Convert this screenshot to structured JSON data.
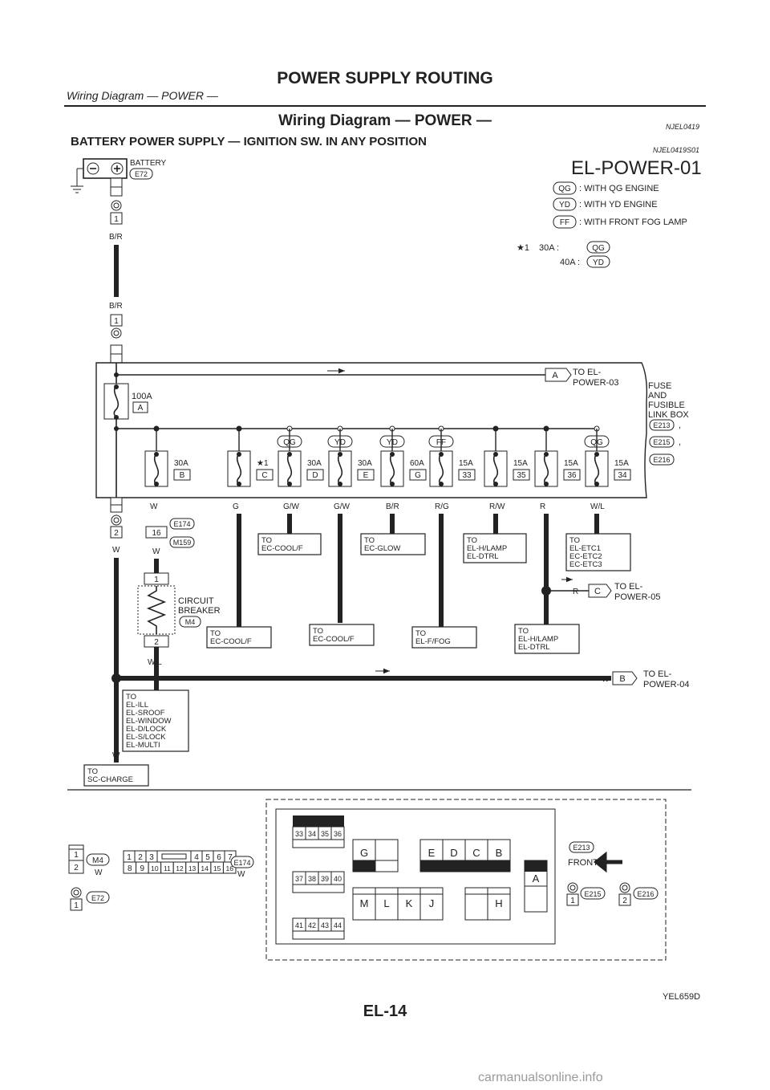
{
  "header": {
    "title": "POWER SUPPLY ROUTING",
    "subtitle": "Wiring Diagram — POWER —"
  },
  "section": {
    "title": "Wiring Diagram — POWER —",
    "code": "NJEL0419",
    "subtitle": "BATTERY POWER SUPPLY — IGNITION SW. IN ANY POSITION",
    "subcode": "NJEL0419S01"
  },
  "diagram_id": "EL-POWER-01",
  "legend": [
    {
      "tag": "QG",
      "text": ": WITH QG ENGINE"
    },
    {
      "tag": "YD",
      "text": ": WITH YD ENGINE"
    },
    {
      "tag": "FF",
      "text": ": WITH FRONT FOG LAMP"
    }
  ],
  "star_note": {
    "mark": "★1",
    "lines": [
      {
        "amp": "30A :",
        "tag": "QG"
      },
      {
        "amp": "40A :",
        "tag": "YD"
      }
    ]
  },
  "battery": {
    "label": "BATTERY",
    "connector": "E72",
    "pin": "1",
    "wire": "B/R"
  },
  "main_fuse": {
    "amp": "100A",
    "letter": "A"
  },
  "fuse_box": {
    "lines": [
      "FUSE",
      "AND",
      "FUSIBLE",
      "LINK BOX"
    ],
    "connectors": [
      "E213",
      "E215",
      "E216"
    ]
  },
  "outputs": {
    "A": {
      "letter": "A",
      "lines": [
        "TO EL-",
        "POWER-03"
      ]
    },
    "B": {
      "letter": "B",
      "wire": "W",
      "lines": [
        "TO EL-",
        "POWER-04"
      ]
    },
    "C": {
      "letter": "C",
      "wire": "R",
      "lines": [
        "TO EL-",
        "POWER-05"
      ]
    }
  },
  "fuses": [
    {
      "tag": "",
      "amp": "30A",
      "pos": "B",
      "wire": "W"
    },
    {
      "tag": "",
      "amp": "★1",
      "pos": "C",
      "wire": "G"
    },
    {
      "tag": "QG",
      "amp": "30A",
      "pos": "D",
      "wire": "G/W"
    },
    {
      "tag": "YD",
      "amp": "30A",
      "pos": "E",
      "wire": "G/W"
    },
    {
      "tag": "YD",
      "amp": "60A",
      "pos": "G",
      "wire": "B/R"
    },
    {
      "tag": "FF",
      "amp": "15A",
      "pos": "33",
      "wire": "R/G"
    },
    {
      "tag": "",
      "amp": "15A",
      "pos": "35",
      "wire": "R/W"
    },
    {
      "tag": "",
      "amp": "15A",
      "pos": "36",
      "wire": "R"
    },
    {
      "tag": "QG",
      "amp": "15A",
      "pos": "34",
      "wire": "W/L"
    }
  ],
  "left_branch": {
    "pin": "2",
    "wire": "W"
  },
  "circuit_breaker": {
    "label": [
      "CIRCUIT",
      "BREAKER"
    ],
    "connector": "M4",
    "pin_in": "1",
    "pin_out": "2",
    "wire_out": "W/L"
  },
  "e174": {
    "pin": "16",
    "connectors": [
      "E174",
      "M159"
    ]
  },
  "destinations": [
    {
      "lines": [
        "TO",
        "EC-COOL/F"
      ]
    },
    {
      "lines": [
        "TO",
        "EC-GLOW"
      ]
    },
    {
      "lines": [
        "TO",
        "EL-H/LAMP",
        "EL-DTRL"
      ]
    },
    {
      "lines": [
        "TO",
        "EL-ETC1",
        "EC-ETC2",
        "EC-ETC3"
      ]
    },
    {
      "lines": [
        "TO",
        "EC-COOL/F"
      ]
    },
    {
      "lines": [
        "TO",
        "EC-COOL/F"
      ]
    },
    {
      "lines": [
        "TO",
        "EL-F/FOG"
      ]
    },
    {
      "lines": [
        "TO",
        "EL-H/LAMP",
        "EL-DTRL"
      ]
    },
    {
      "lines": [
        "TO",
        "EL-ILL",
        "EL-SROOF",
        "EL-WINDOW",
        "EL-D/LOCK",
        "EL-S/LOCK",
        "EL-MULTI"
      ]
    },
    {
      "lines": [
        "TO",
        "SC-CHARGE"
      ]
    }
  ],
  "connector_views": {
    "m4": {
      "id": "M4",
      "color": "W",
      "pins": [
        "1",
        "2"
      ]
    },
    "e174": {
      "id": "E174",
      "color": "W",
      "row1": [
        "1",
        "2",
        "3",
        "4",
        "5",
        "6",
        "7"
      ],
      "row2": [
        "8",
        "9",
        "10",
        "11",
        "12",
        "13",
        "14",
        "15",
        "16"
      ]
    },
    "e72": {
      "id": "E72",
      "pin": "1"
    },
    "fuse_block": {
      "row33": [
        "33",
        "34",
        "35",
        "36"
      ],
      "row37": [
        "37",
        "38",
        "39",
        "40"
      ],
      "row41": [
        "41",
        "42",
        "43",
        "44"
      ],
      "letters": [
        "G",
        "E",
        "D",
        "C",
        "B",
        "A",
        "M",
        "L",
        "K",
        "J",
        "H"
      ]
    },
    "e213": {
      "id": "E213",
      "front": "FRONT"
    },
    "e215": {
      "id": "E215",
      "pin": "1"
    },
    "e216": {
      "id": "E216",
      "pin": "2"
    }
  },
  "figure_ref": "YEL659D",
  "page_no": "EL-14",
  "watermark": "carmanualsonline.info"
}
